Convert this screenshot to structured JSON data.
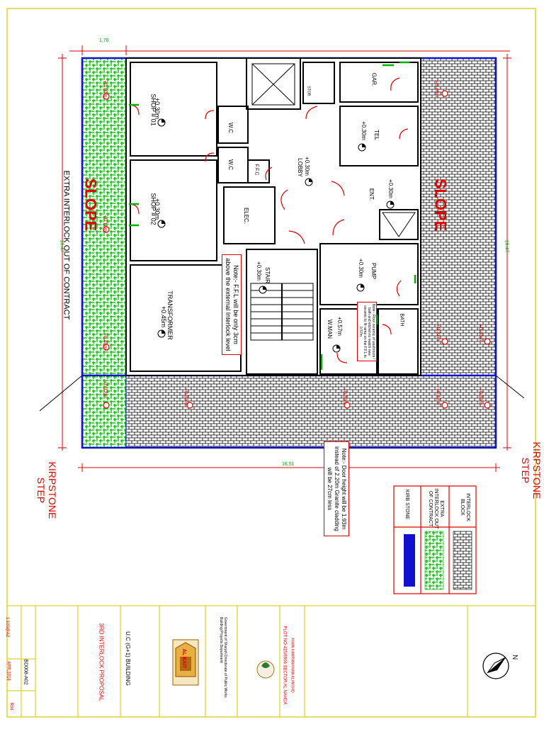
{
  "colors": {
    "border": "#d6c800",
    "wall": "#000000",
    "door": "#e00000",
    "dimension": "#e00000",
    "interlock_extra": "#00b000",
    "kirb_stone": "#1010d0",
    "dim_text": "#00a000"
  },
  "rooms": {
    "shop1": "SHOP # 01",
    "shop1_level": "+0.30m",
    "shop2": "SHOP # 02",
    "shop2_level": "+0.30m",
    "transformer": "TRANSFORMER",
    "transformer_level": "+0.45m",
    "wc1": "W.C",
    "wc2": "W.C",
    "ffc": "F.F.C",
    "lobby": "LOBBY",
    "lobby_level": "+0.30m",
    "elec": "ELEC.",
    "stair": "STAIR",
    "stair_level": "+0.30m",
    "gar": "GAR.",
    "stor": "STOR.",
    "tel": "TEL",
    "tel_level": "+0.30m",
    "ent": "ENT.",
    "ent_level": "+0.30m",
    "pump": "PUMP",
    "pump_level": "+0.30m",
    "wman": "W.MAN",
    "wman_level": "+0.57m",
    "bath": "BATH"
  },
  "labels": {
    "slope_left": "SLOPE",
    "slope_right": "SLOPE",
    "extra_interlock": "EXTRA INTERLOCK OUT OF CONTRACT",
    "kirpstone_left": "KIRPSTONE STEP",
    "kirpstone_right": "KIRPSTONE STEP"
  },
  "levels_green": [
    "+0.50m",
    "+0.18m",
    "+0.40m",
    "+0.12m"
  ],
  "levels_red": [
    "+0.40m",
    "+0.30m",
    "+0.30m",
    "+0.12m",
    "+0.30m",
    "+0.30m",
    "+0.23m"
  ],
  "dimensions": {
    "top": "1.70",
    "left": "16.47",
    "right": "16.47",
    "bottom": "16.51"
  },
  "notes": {
    "ffl": "Note:- F.F.L will be only 3cm above the external Interlock level",
    "door": "Note:- Door height will be 1.93m instead of 2.20m Granite cladding will be 27cm less",
    "floor": "Note:- Floor ceramic of washroom / bath and kitchen to match new ceramic to fit ramp on the F.F.L to 0.57m"
  },
  "legend": {
    "items": [
      {
        "label": "INTERLOCK BLOCK"
      },
      {
        "label": "EXTRA INTERLOCK OUT OF CONTRACT"
      },
      {
        "label": "KIRB STONE"
      }
    ]
  },
  "titleblock": {
    "project": "PLOT NO-425/6506  SECTOR AL NAHDA",
    "client": "KHAN KAMRAN/KHAN ALI/MOHD",
    "gov": "Government of Sharjah Directorate of Public Works Building Projects Department",
    "company": "AL BAIT",
    "building": "U.C (G+1) BUILDING",
    "drawing": "3RD INTERLOCK PROPOSAL",
    "drawing_no": "BD008-A02",
    "scale": "1:100@A2",
    "date": "APR.2018",
    "rev": "R04"
  }
}
